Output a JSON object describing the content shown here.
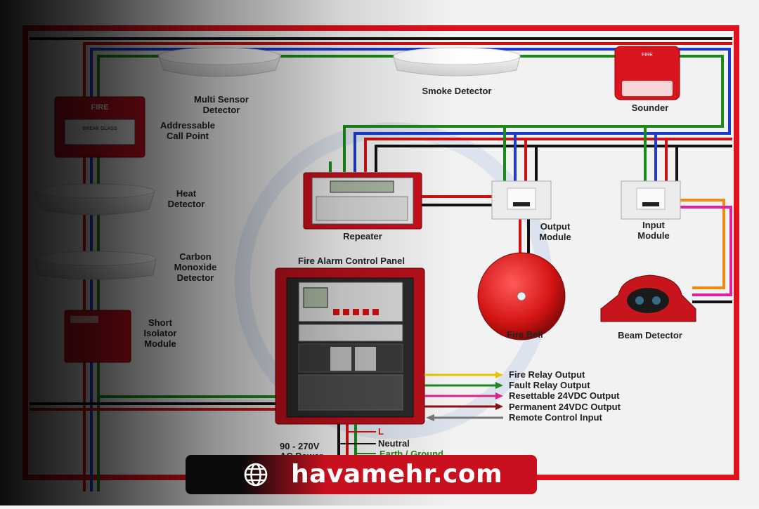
{
  "devices": {
    "multi_sensor": "Multi Sensor\nDetector",
    "smoke_detector": "Smoke Detector",
    "sounder": "Sounder",
    "call_point": "Addressable\nCall Point",
    "heat_detector": "Heat\nDetector",
    "co_detector": "Carbon\nMonoxide\nDetector",
    "isolator": "Short\nIsolator\nModule",
    "repeater": "Repeater",
    "output_module": "Output\nModule",
    "input_module": "Input\nModule",
    "panel": "Fire Alarm Control Panel",
    "fire_bell": "Fire Bell",
    "beam_detector": "Beam Detector",
    "fire_text": "FIRE",
    "call_point_glass": "BREAK GLASS"
  },
  "outputs": [
    {
      "label": "Fire Relay Output",
      "color": "#e8c400"
    },
    {
      "label": "Fault Relay Output",
      "color": "#1a8a1a"
    },
    {
      "label": "Resettable 24VDC Output",
      "color": "#e0208a"
    },
    {
      "label": "Permanent 24VDC Output",
      "color": "#8a1010"
    },
    {
      "label": "Remote Control Input",
      "color": "#777777"
    }
  ],
  "power": {
    "voltage": "90 - 270V",
    "ac": "AC Power",
    "l": "L",
    "neutral": "Neutral",
    "earth": "Earth / Ground"
  },
  "watermark": {
    "url": "havamehr.com",
    "icon": "globe-icon"
  },
  "colors": {
    "frame": "#e0101c",
    "wire_green": "#1a8a1a",
    "wire_blue": "#1a3ad0",
    "wire_red": "#d01010",
    "wire_black": "#111111",
    "wire_orange": "#f08a10",
    "wire_pink": "#e020a0",
    "device_red": "#c8101e"
  }
}
